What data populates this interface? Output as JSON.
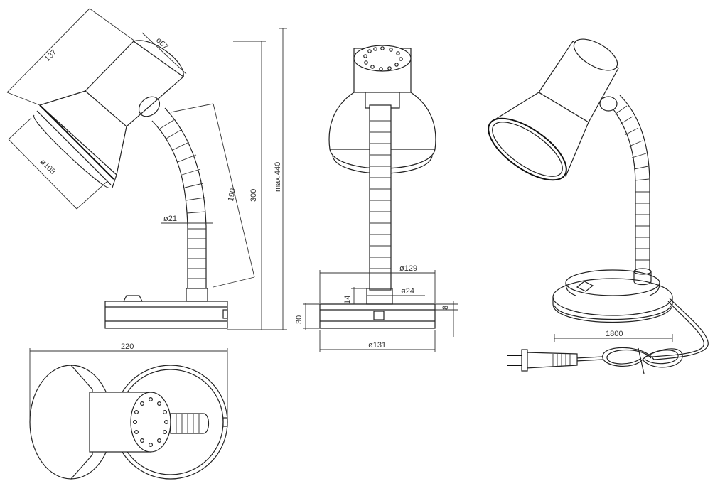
{
  "dimensions": {
    "shade_length": "137",
    "shade_top_diameter": "ø57",
    "shade_bottom_diameter": "ø108",
    "arm_length": "190",
    "lamp_height": "300",
    "max_height": "max.440",
    "neck_diameter": "ø21",
    "total_width": "220",
    "base_inner_diameter": "ø129",
    "switch_height": "14",
    "stem_diameter": "ø24",
    "base_height": "30",
    "base_top": "8",
    "base_diameter": "ø131",
    "cable_length": "1800"
  },
  "colors": {
    "line": "#222222",
    "background": "#ffffff"
  }
}
